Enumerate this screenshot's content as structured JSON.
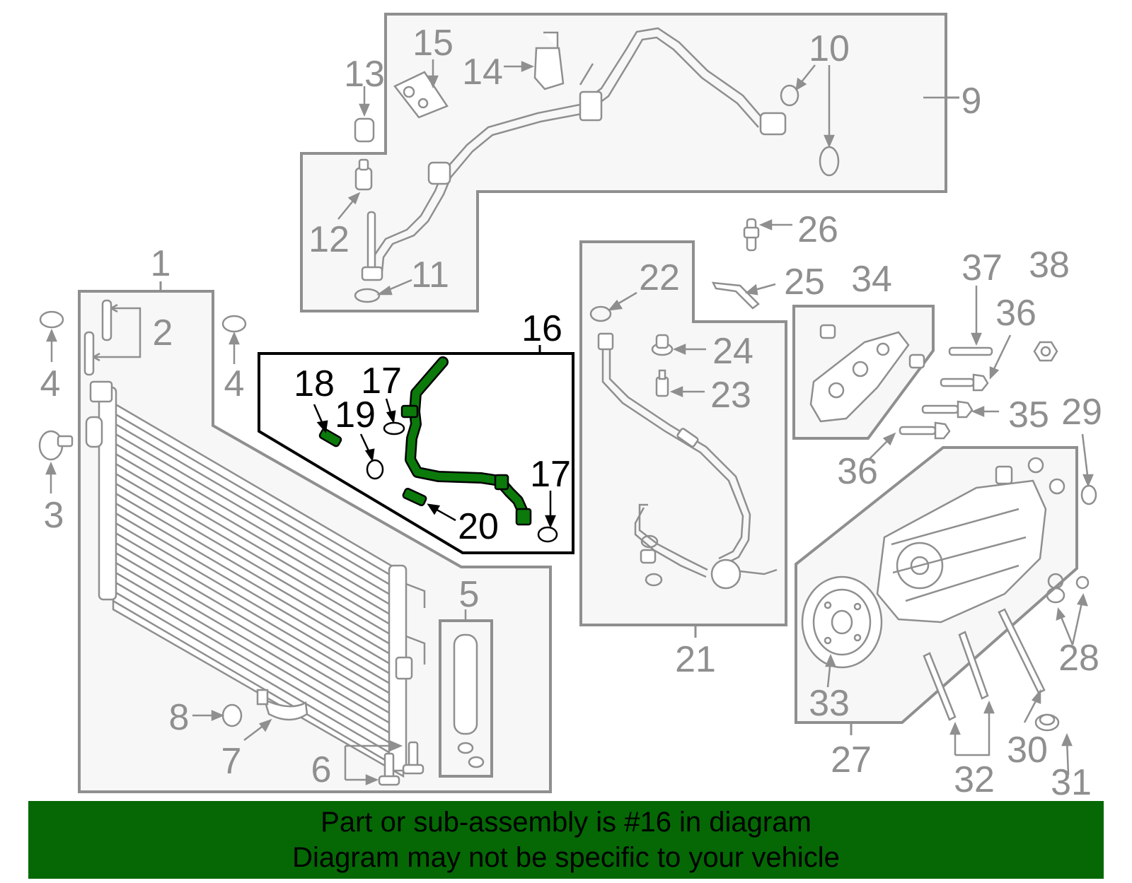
{
  "colors": {
    "part_gray": "#8f8f8f",
    "box_fill": "#f7f7f7",
    "highlight_green": "#0b7a0b",
    "banner_green": "#056805"
  },
  "callouts": {
    "c1": "1",
    "c2": "2",
    "c3": "3",
    "c4a": "4",
    "c4b": "4",
    "c5": "5",
    "c6": "6",
    "c7": "7",
    "c8": "8",
    "c9": "9",
    "c10": "10",
    "c11": "11",
    "c12": "12",
    "c13": "13",
    "c14": "14",
    "c15": "15",
    "c16": "16",
    "c17a": "17",
    "c17b": "17",
    "c18": "18",
    "c19": "19",
    "c20": "20",
    "c21": "21",
    "c22": "22",
    "c23": "23",
    "c24": "24",
    "c25": "25",
    "c26": "26",
    "c27": "27",
    "c28": "28",
    "c29": "29",
    "c30": "30",
    "c31": "31",
    "c32": "32",
    "c33": "33",
    "c34": "34",
    "c35": "35",
    "c36a": "36",
    "c36b": "36",
    "c37": "37",
    "c38": "38"
  },
  "banner": {
    "line1": "Part or sub-assembly is #16 in diagram",
    "line2": "Diagram may not be specific to your vehicle"
  }
}
